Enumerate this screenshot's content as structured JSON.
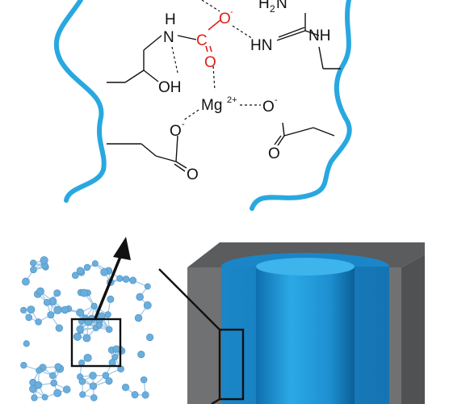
{
  "molecule": {
    "h_top": "H",
    "n_amide": "N",
    "c_carbonyl": "C",
    "o_carbonyl": "O",
    "o_minus_top": "O",
    "oh_group": "OH",
    "h2n_label": "H",
    "h2n_sub": "2",
    "h2n_n": "N",
    "hn_label": "HN",
    "nh_label": "NH",
    "mg_label": "Mg",
    "mg_charge": "2+",
    "o_left_minus": "O",
    "o_left_carbonyl": "O",
    "o_right_minus": "O",
    "o_right_carbonyl": "O",
    "minus_sign": "-"
  },
  "colors": {
    "chain_blue": "#29a8e0",
    "highlight_red": "#e0201b",
    "cylinder_blue": "#1b8fd2",
    "frame_gray": "#6e6f71",
    "atom_blue": "#6aaedc"
  }
}
